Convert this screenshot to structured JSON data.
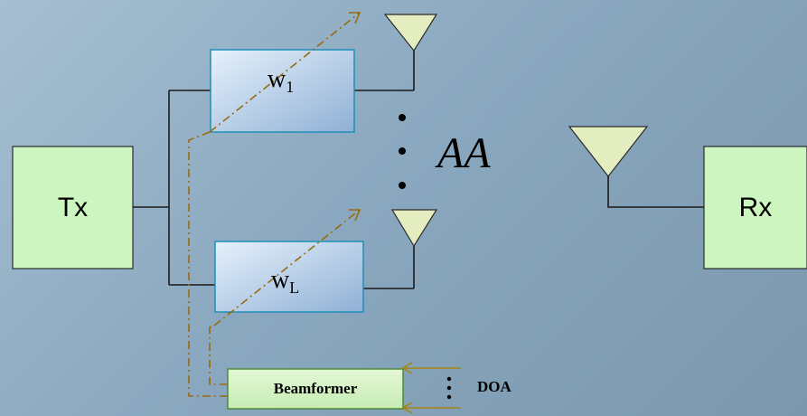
{
  "colors": {
    "background_from": "#a6bfd1",
    "background_to": "#7a97ad",
    "box_fill": "#ccf5c0",
    "weight_box_from": "#e6f1fb",
    "weight_box_to": "#8fb0d6",
    "weight_box_border": "#1f8fb7",
    "antenna_fill": "#e3edc0",
    "line": "#1a1a1a",
    "control_line": "#9a6a10",
    "doa_arrow": "#a58410",
    "beamformer_border": "#4e8a38"
  },
  "labels": {
    "transmitter": "Tx",
    "receiver": "Rx",
    "weight_first": "w",
    "weight_first_sub": "1",
    "weight_last": "w",
    "weight_last_sub": "L",
    "array": "AA",
    "beamformer": "Beamformer",
    "doa": "DOA"
  }
}
